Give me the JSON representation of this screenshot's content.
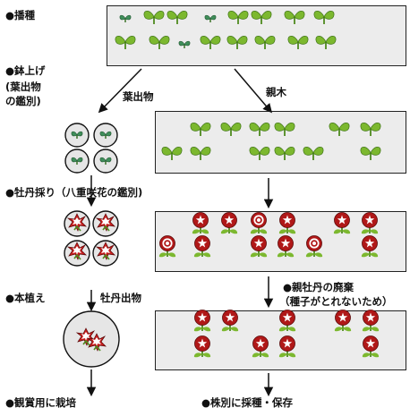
{
  "labels": {
    "sowing": "●播種",
    "potting": "●鉢上げ",
    "potting_note_1": "(葉出物",
    "potting_note_2": "の鑑別)",
    "leaf_variant": "葉出物",
    "parent_plants": "親木",
    "peony_sort": "●牡丹採り（八重咲花の鑑別)",
    "planting": "●本植え",
    "peony_variant": "牡丹出物",
    "discard_parent": "●親牡丹の廃棄",
    "discard_reason": "（種子がとれないため）",
    "ornamental": "●観賞用に栽培",
    "divide_save": "●株別に採種・保存"
  },
  "colors": {
    "tray_fill": "#ececec",
    "leaf_green": "#7cb82f",
    "flower_red": "#b01818",
    "flower_white": "#ffffff",
    "pot_fill": "#e6e6e6",
    "line": "#111111"
  },
  "icons": [
    "seedling-icon",
    "pot-icon",
    "star-flower-icon",
    "target-flower-icon",
    "double-flower-icon",
    "arrow-icon"
  ]
}
